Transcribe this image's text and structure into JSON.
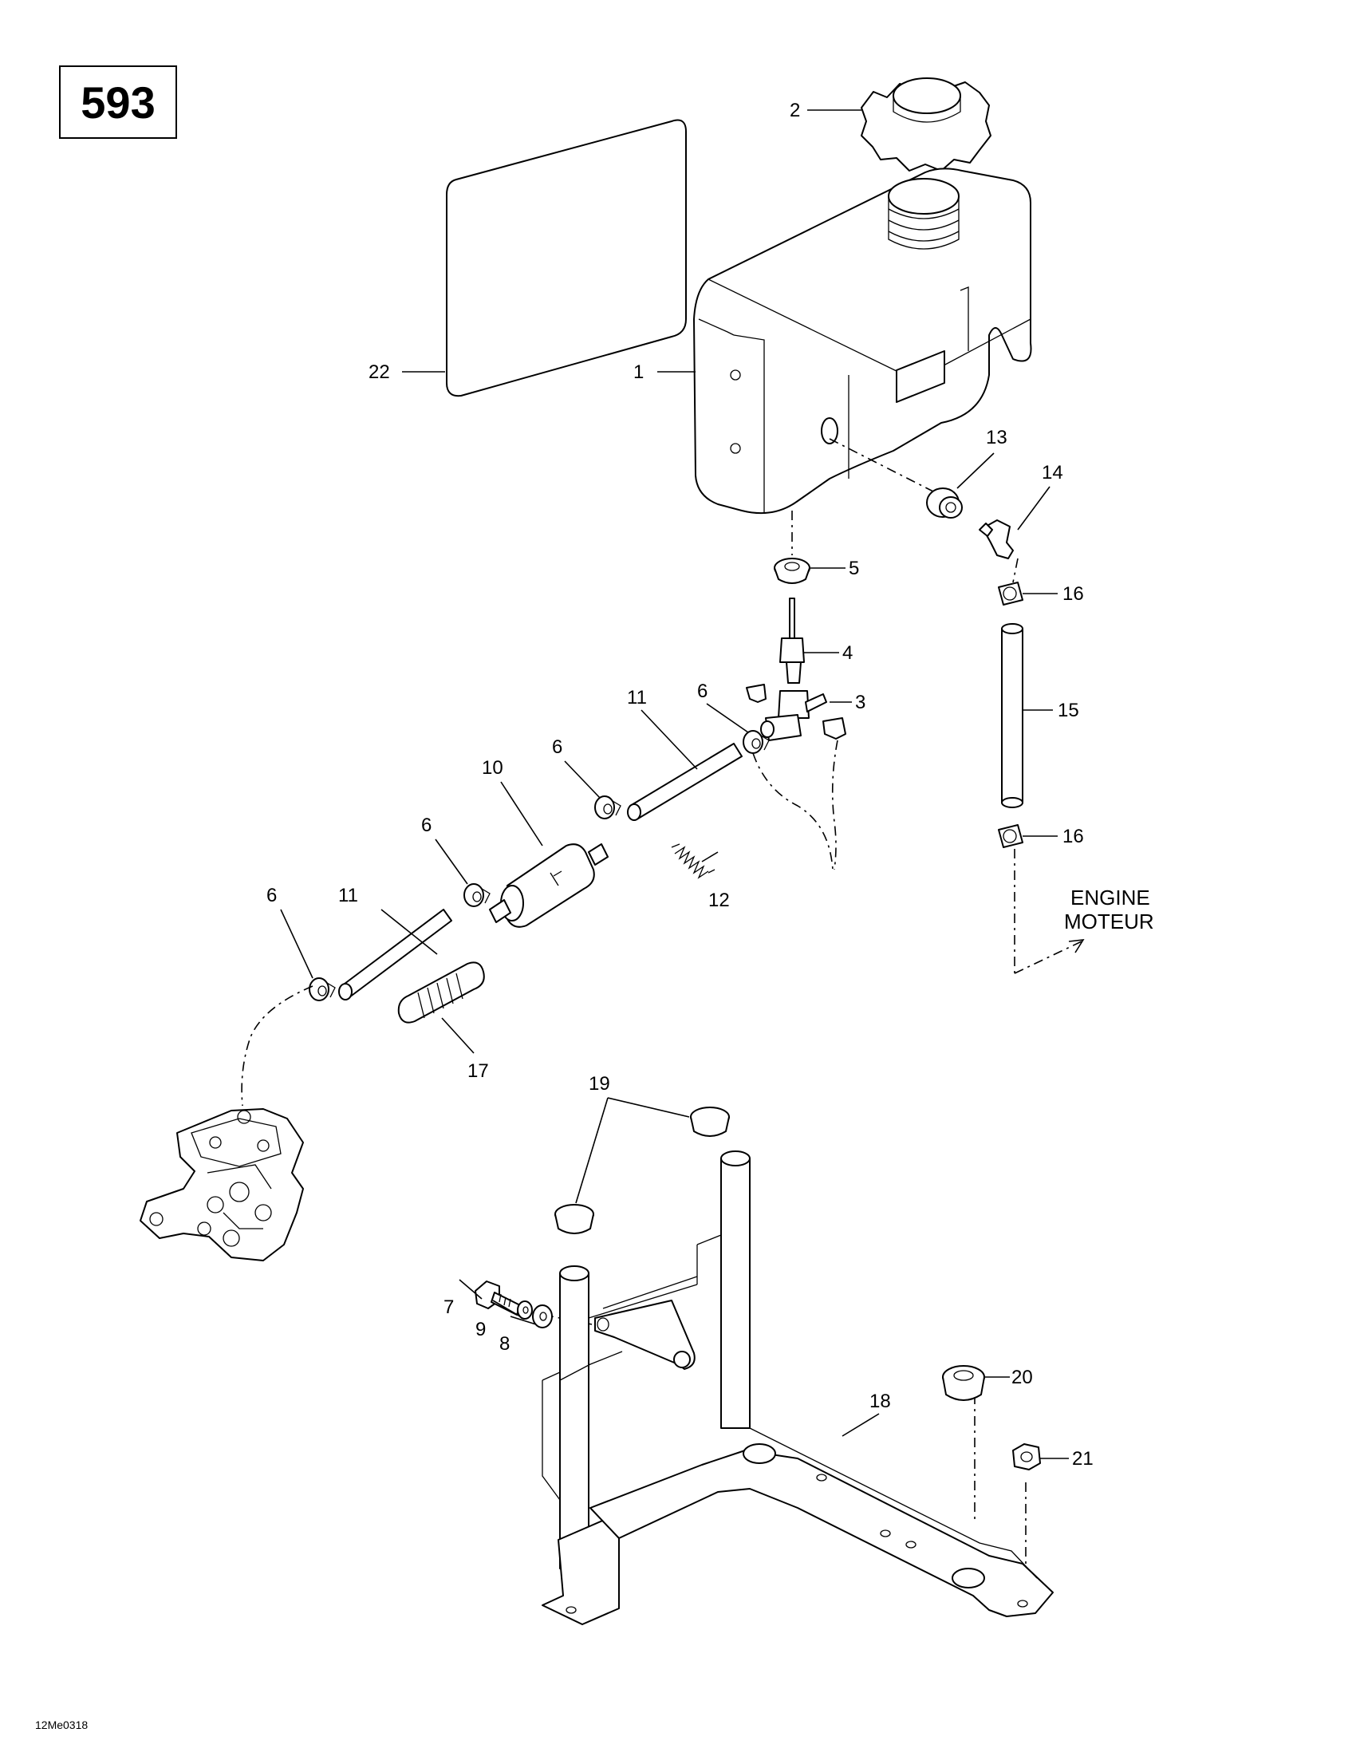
{
  "page_number": "593",
  "drawing_code": "12Me0318",
  "direction_note": {
    "line1": "ENGINE",
    "line2": "MOTEUR"
  },
  "callouts": {
    "c1": "1",
    "c2": "2",
    "c3": "3",
    "c4": "4",
    "c5": "5",
    "c6a": "6",
    "c6b": "6",
    "c6c": "6",
    "c6d": "6",
    "c7": "7",
    "c8": "8",
    "c9": "9",
    "c10": "10",
    "c11a": "11",
    "c11b": "11",
    "c12": "12",
    "c13": "13",
    "c14": "14",
    "c15": "15",
    "c16a": "16",
    "c16b": "16",
    "c17": "17",
    "c18": "18",
    "c19": "19",
    "c20": "20",
    "c21": "21",
    "c22": "22"
  }
}
